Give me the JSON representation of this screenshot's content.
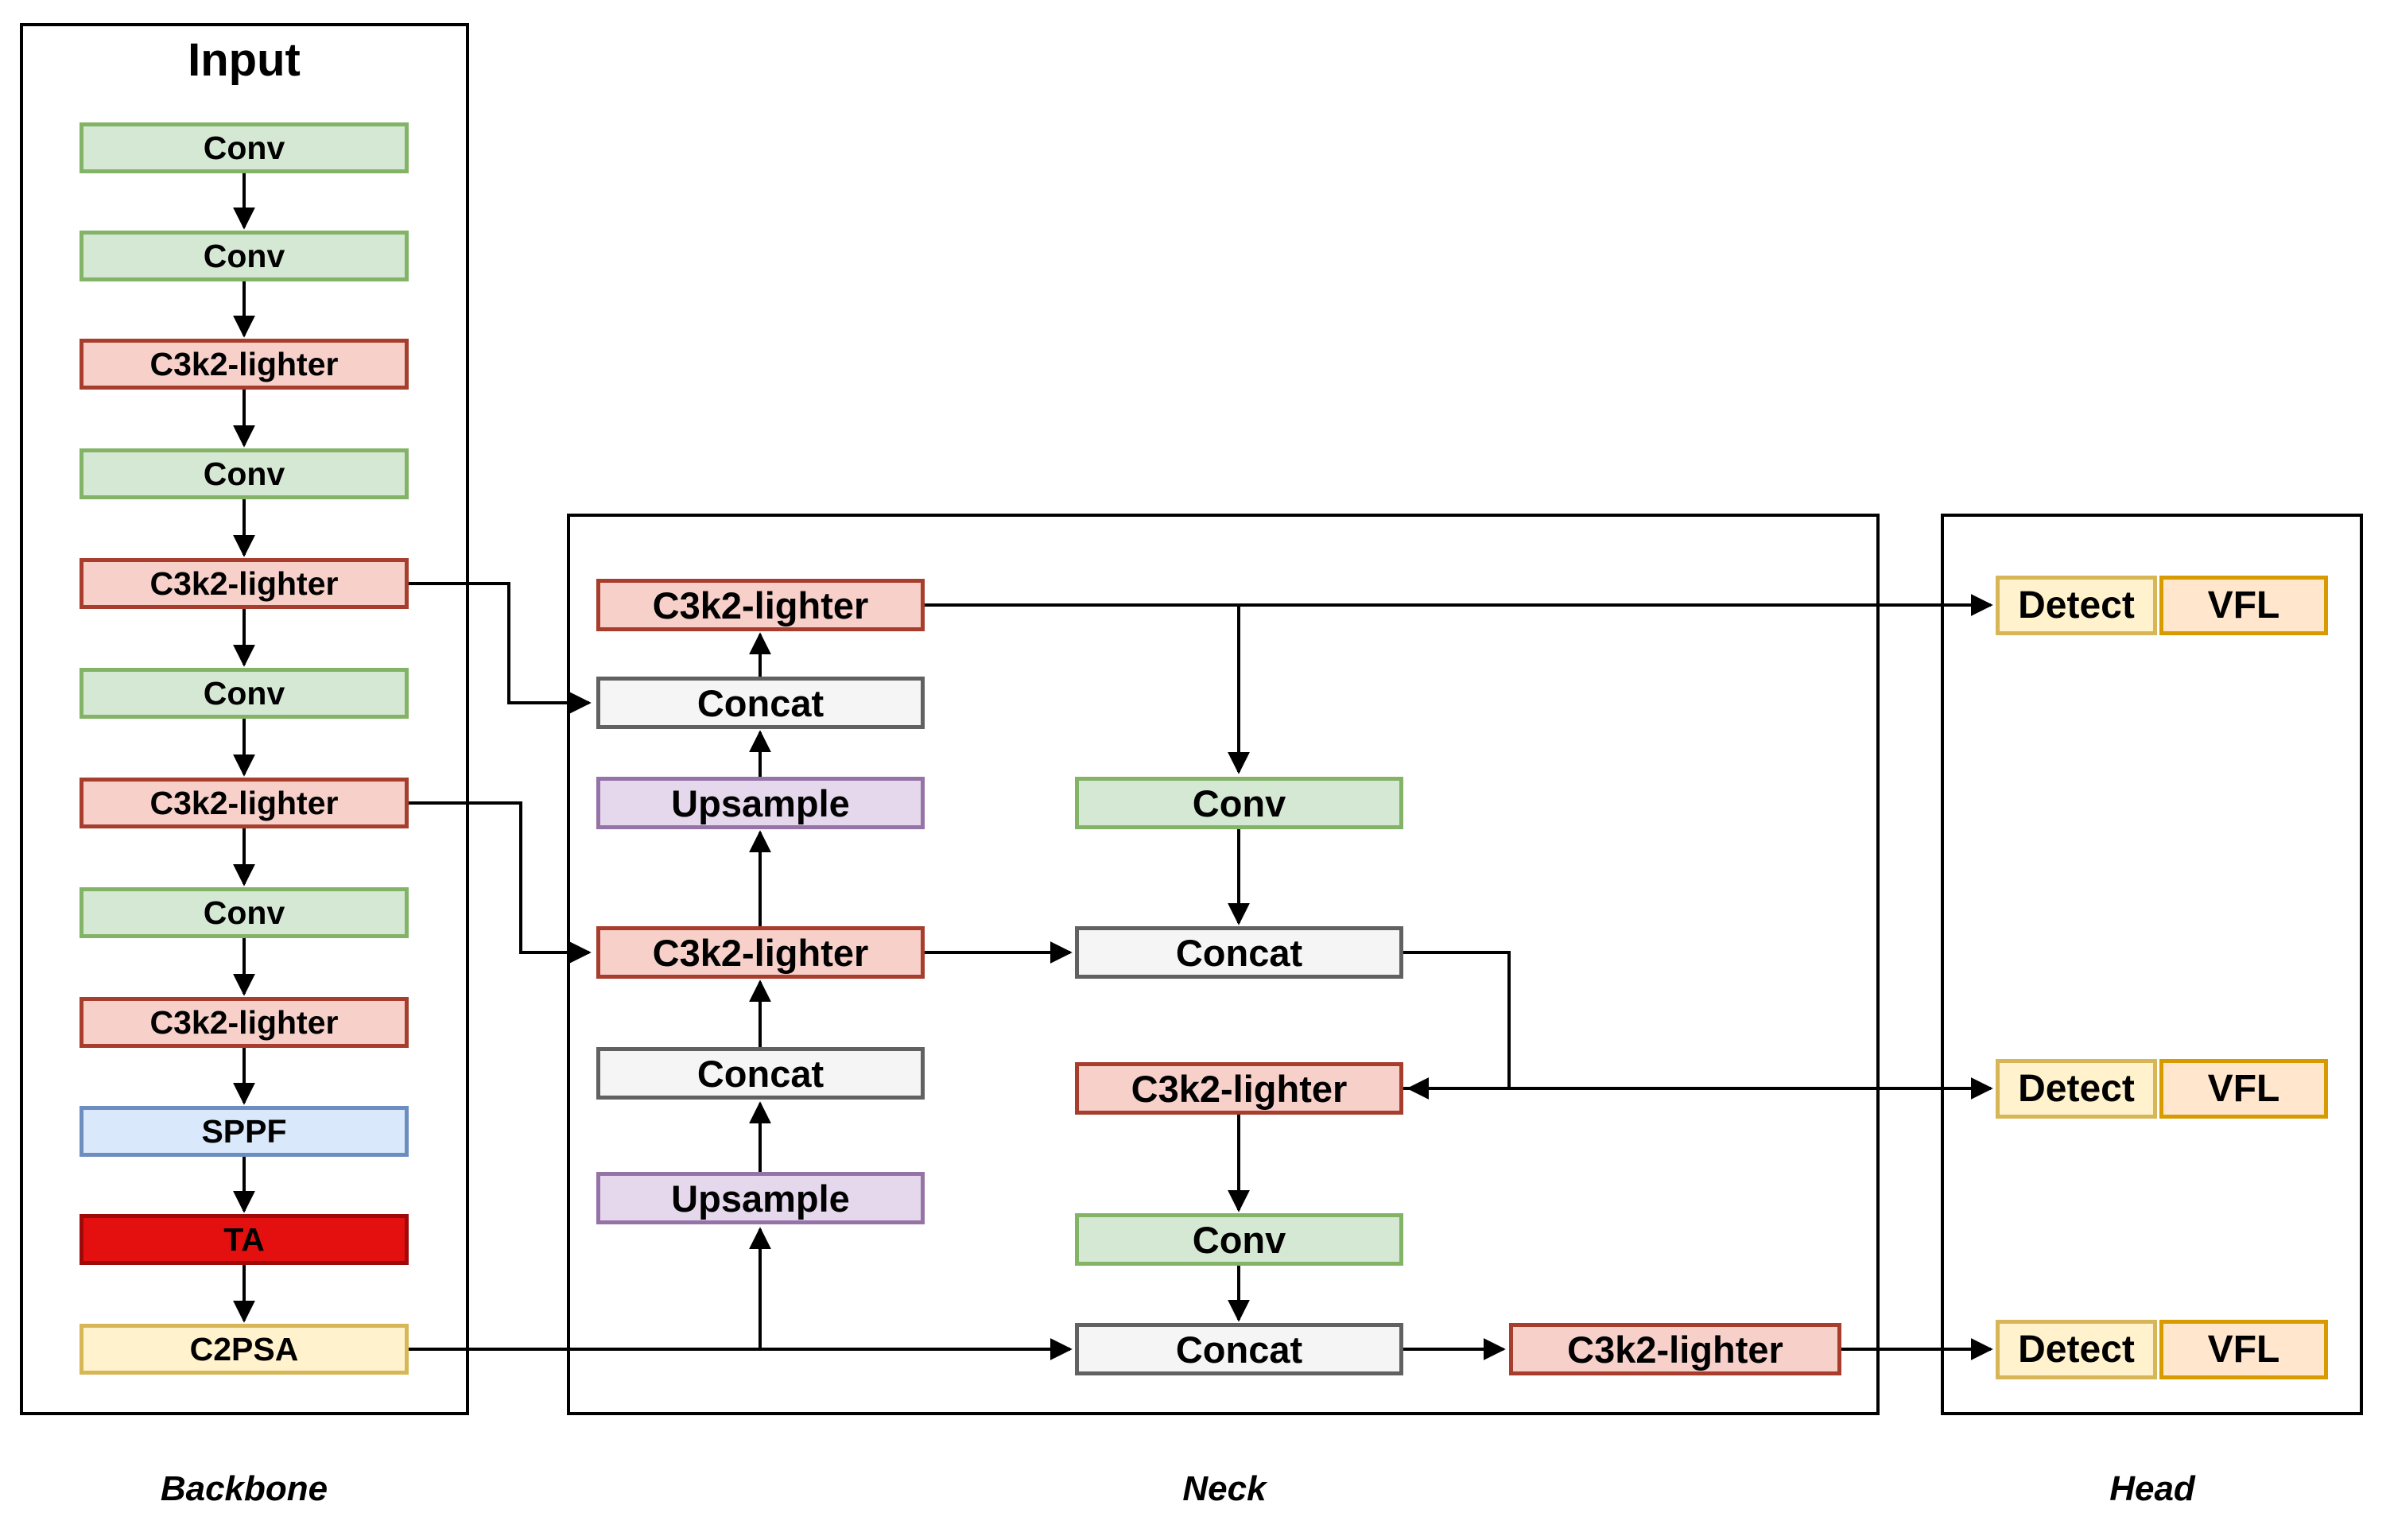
{
  "backbone": {
    "title": "Input",
    "label": "Backbone",
    "blocks": [
      {
        "label": "Conv",
        "type": "conv"
      },
      {
        "label": "Conv",
        "type": "conv"
      },
      {
        "label": "C3k2-lighter",
        "type": "c3k2"
      },
      {
        "label": "Conv",
        "type": "conv"
      },
      {
        "label": "C3k2-lighter",
        "type": "c3k2"
      },
      {
        "label": "Conv",
        "type": "conv"
      },
      {
        "label": "C3k2-lighter",
        "type": "c3k2"
      },
      {
        "label": "Conv",
        "type": "conv"
      },
      {
        "label": "C3k2-lighter",
        "type": "c3k2"
      },
      {
        "label": "SPPF",
        "type": "sppf"
      },
      {
        "label": "TA",
        "type": "ta"
      },
      {
        "label": "C2PSA",
        "type": "c2psa"
      }
    ]
  },
  "neck": {
    "label": "Neck",
    "left_column": [
      {
        "label": "C3k2-lighter",
        "type": "c3k2"
      },
      {
        "label": "Concat",
        "type": "concat"
      },
      {
        "label": "Upsample",
        "type": "upsample"
      },
      {
        "label": "C3k2-lighter",
        "type": "c3k2"
      },
      {
        "label": "Concat",
        "type": "concat"
      },
      {
        "label": "Upsample",
        "type": "upsample"
      }
    ],
    "right_column": [
      {
        "label": "Conv",
        "type": "conv"
      },
      {
        "label": "Concat",
        "type": "concat"
      },
      {
        "label": "C3k2-lighter",
        "type": "c3k2"
      },
      {
        "label": "Conv",
        "type": "conv"
      },
      {
        "label": "Concat",
        "type": "concat"
      }
    ],
    "output_block": {
      "label": "C3k2-lighter",
      "type": "c3k2"
    }
  },
  "head": {
    "label": "Head",
    "rows": [
      {
        "detect": "Detect",
        "vfl": "VFL"
      },
      {
        "detect": "Detect",
        "vfl": "VFL"
      },
      {
        "detect": "Detect",
        "vfl": "VFL"
      }
    ]
  },
  "colors": {
    "conv_fill": "#d5e8d4",
    "conv_stroke": "#82b366",
    "c3k2_fill": "#f8d0ca",
    "c3k2_stroke": "#a73d2d",
    "sppf_fill": "#dae8fc",
    "sppf_stroke": "#6c8ebf",
    "ta_fill": "#e41010",
    "ta_stroke": "#9e0a0a",
    "c2psa_fill": "#fff2cc",
    "c2psa_stroke": "#d6b656",
    "concat_fill": "#f5f5f5",
    "concat_stroke": "#616161",
    "upsample_fill": "#e5d8ec",
    "upsample_stroke": "#9673a6",
    "detect_fill": "#fff2cc",
    "detect_stroke": "#d6b656",
    "vfl_fill": "#ffe6cc",
    "vfl_stroke": "#d79b00",
    "line": "#000000"
  }
}
